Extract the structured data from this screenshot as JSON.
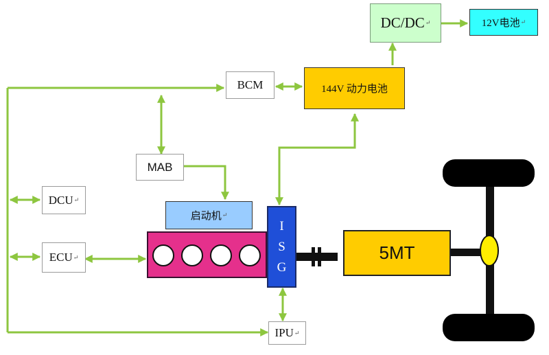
{
  "colors": {
    "connector": "#8dc63f",
    "battery_fill": "#ffcc00",
    "dcdc_fill": "#ccffcc",
    "battery12_fill": "#33ffff",
    "starter_fill": "#99ccff",
    "engine_fill": "#e5308c",
    "isg_fill": "#1f4fd8",
    "transmission_fill": "#ffcc00",
    "axle": "#000000",
    "diff_fill": "#ffee00"
  },
  "nodes": {
    "dcdc": "DC/DC",
    "battery12v": "12V电池",
    "bcm": "BCM",
    "battery144v": "144V 动力电池",
    "mab": "MAB",
    "dcu": "DCU",
    "ecu": "ECU",
    "starter": "启动机",
    "isg": [
      "I",
      "S",
      "G"
    ],
    "transmission": "5MT",
    "ipu": "IPU"
  },
  "return_mark": "↵"
}
